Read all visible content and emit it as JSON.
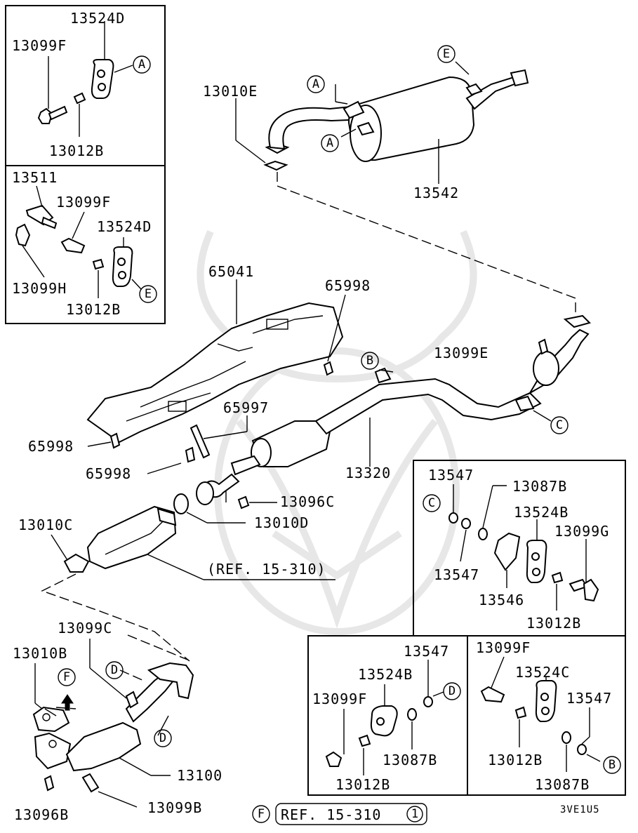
{
  "diagram": {
    "code": "3VE1U5",
    "footer": {
      "circle": "F",
      "ref": "REF. 15-310",
      "ref_circle": "1"
    },
    "ref_main": "(REF. 15-310)",
    "parts": {
      "p13524D": "13524D",
      "p13099F_a": "13099F",
      "p13012B_a": "13012B",
      "p13511": "13511",
      "p13099F_b": "13099F",
      "p13524D_b": "13524D",
      "p13099H": "13099H",
      "p13012B_b": "13012B",
      "p13010E": "13010E",
      "p13542": "13542",
      "p65041": "65041",
      "p65998_a": "65998",
      "p13099E": "13099E",
      "p65997": "65997",
      "p65998_b": "65998",
      "p65998_c": "65998",
      "p13320": "13320",
      "p13096C": "13096C",
      "p13010D": "13010D",
      "p13010C": "13010C",
      "p13099C": "13099C",
      "p13010B": "13010B",
      "p13100": "13100",
      "p13096B": "13096B",
      "p13099B": "13099B",
      "p13547_a": "13547",
      "p13087B_a": "13087B",
      "p13524B_a": "13524B",
      "p13099G": "13099G",
      "p13547_b": "13547",
      "p13546": "13546",
      "p13012B_c": "13012B",
      "p13547_c": "13547",
      "p13524B_b": "13524B",
      "p13099F_c": "13099F",
      "p13087B_b": "13087B",
      "p13012B_d": "13012B",
      "p13099F_d": "13099F",
      "p13524C": "13524C",
      "p13547_d": "13547",
      "p13012B_e": "13012B",
      "p13087B_c": "13087B"
    },
    "callouts": {
      "A1": "A",
      "A2": "A",
      "A3": "A",
      "E1": "E",
      "E2": "E",
      "B1": "B",
      "B2": "B",
      "C1": "C",
      "C2": "C",
      "D1": "D",
      "D2": "D",
      "D3": "D",
      "F1": "F"
    }
  }
}
